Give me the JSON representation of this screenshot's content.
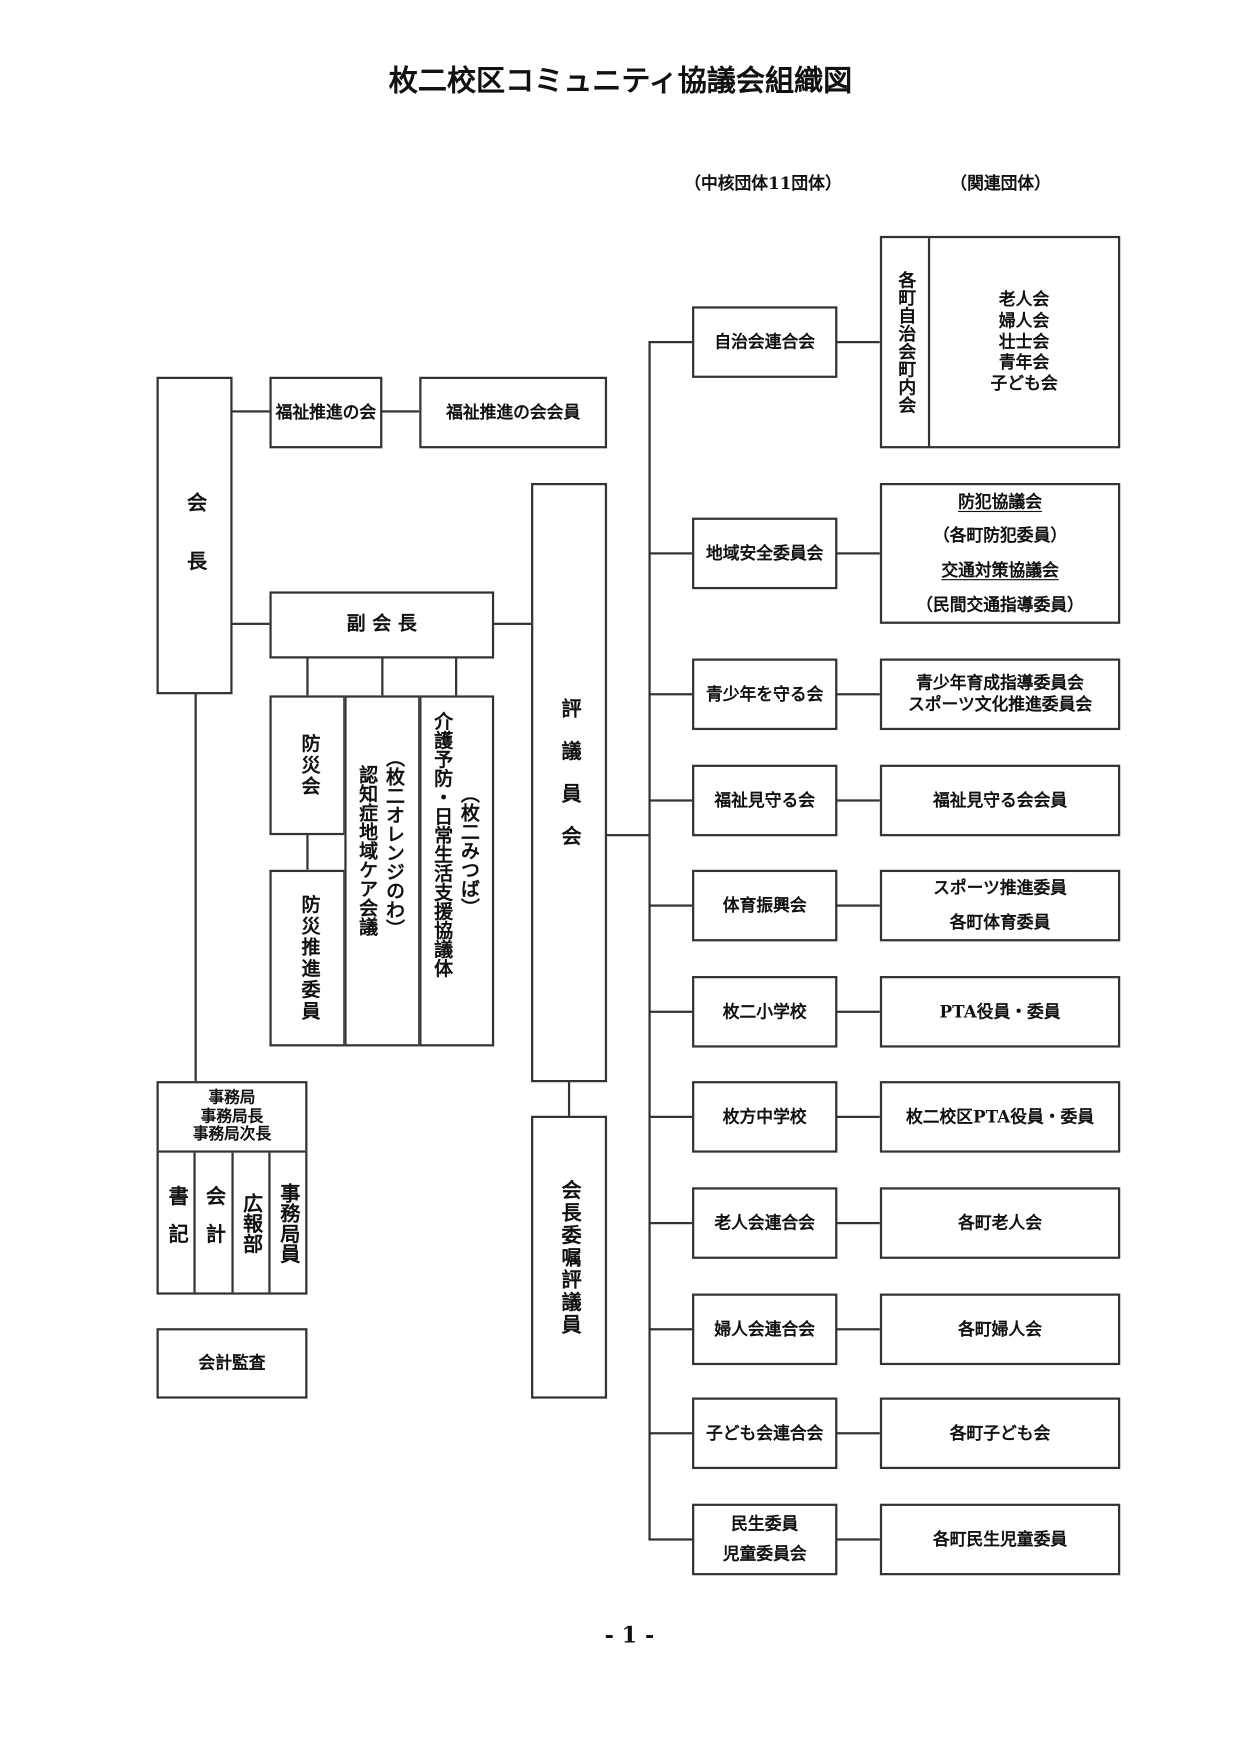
{
  "title": "枚二校区コミュニティ協議会組織図",
  "headers": {
    "core": "（中核団体11団体）",
    "related": "（関連団体）"
  },
  "chairman": "会　長",
  "welfare_promo": {
    "name": "福祉推進の会",
    "members": "福祉推進の会会員"
  },
  "vice_chairman": "副 会 長",
  "disaster": {
    "group": "防災会",
    "members": "防災推進委員"
  },
  "orange": {
    "paren": "（枚二オレンジのわ）",
    "name": "認知症地域ケア会議"
  },
  "mitsuba": {
    "name": "介護予防・日常生活支援協議体",
    "paren": "（枚二みつば）"
  },
  "council": "評議員会",
  "appointed_council": "会長委嘱評議員",
  "secretariat": {
    "header_lines": [
      "事務局",
      "事務局長",
      "事務局次長"
    ],
    "columns": [
      "書記",
      "会計",
      "広報部",
      "事務局員"
    ]
  },
  "audit": "会計監査",
  "ward_assoc_label": "各町自治会町内会",
  "core_groups": [
    {
      "name": "自治会連合会",
      "related": [
        "老人会",
        "婦人会",
        "壮士会",
        "青年会",
        "子ども会"
      ]
    },
    {
      "name": "地域安全委員会",
      "related": [
        "防犯協議会",
        "（各町防犯委員）",
        "交通対策協議会",
        "（民間交通指導委員）"
      ]
    },
    {
      "name": "青少年を守る会",
      "related": [
        "青少年育成指導委員会",
        "スポーツ文化推進委員会"
      ]
    },
    {
      "name": "福祉見守る会",
      "related": [
        "福祉見守る会会員"
      ]
    },
    {
      "name": "体育振興会",
      "related": [
        "スポーツ推進委員",
        "各町体育委員"
      ]
    },
    {
      "name": "枚二小学校",
      "related": [
        "PTA役員・委員"
      ]
    },
    {
      "name": "枚方中学校",
      "related": [
        "枚二校区PTA役員・委員"
      ]
    },
    {
      "name": "老人会連合会",
      "related": [
        "各町老人会"
      ]
    },
    {
      "name": "婦人会連合会",
      "related": [
        "各町婦人会"
      ]
    },
    {
      "name": "子ども会連合会",
      "related": [
        "各町子ども会"
      ]
    },
    {
      "name": "民生委員 児童委員会",
      "related": [
        "各町民生児童委員"
      ]
    }
  ],
  "page_number": "- 1 -"
}
